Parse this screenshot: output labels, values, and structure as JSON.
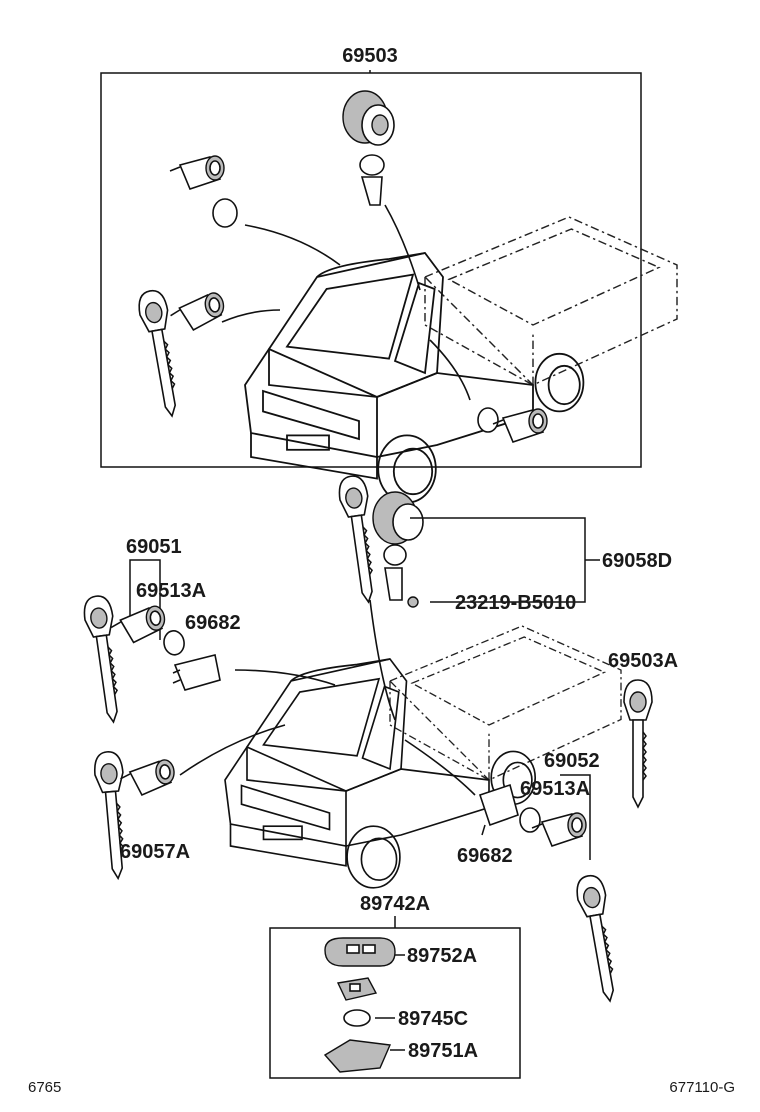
{
  "labels": {
    "assy_top": "69503",
    "set_69051": "69051",
    "cyl_69513a_left": "69513A",
    "spring_69682_left": "69682",
    "key_set_69058d": "69058D",
    "bolt_23219": "23219-B5010",
    "key_69503a": "69503A",
    "set_69052": "69052",
    "cyl_69513a_right": "69513A",
    "spring_69682_right": "69682",
    "cyl_69057a": "69057A",
    "transmitter_89742a": "89742A",
    "case_89752a": "89752A",
    "battery_89745c": "89745C",
    "cover_89751a": "89751A"
  },
  "footer": {
    "left_code": "6765",
    "right_code": "677110-G"
  }
}
